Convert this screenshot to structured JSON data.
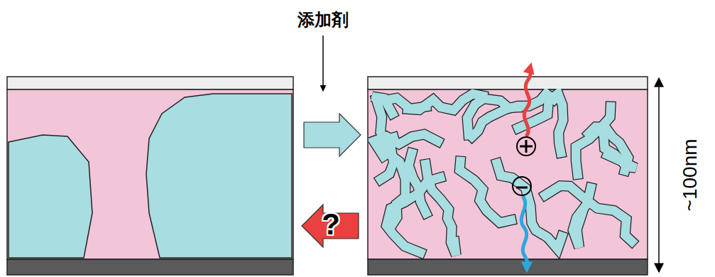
{
  "diagram": {
    "labels": [
      "添加剤",
      "?",
      "~100nm"
    ]
  }
}
